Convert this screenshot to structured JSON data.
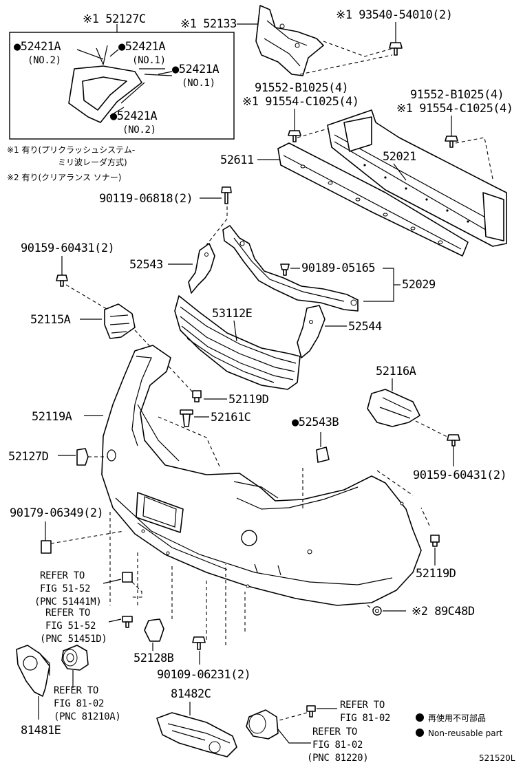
{
  "labels": {
    "p52127C": "※1 52127C",
    "p52133": "※1 52133",
    "p93540": "※1 93540-54010(2)",
    "p52421A_no2_top": "●52421A",
    "no2_top": "(NO.2)",
    "p52421A_no1_top": "●52421A",
    "no1_top": "(NO.1)",
    "p52421A_no1_mid": "●52421A",
    "no1_mid": "(NO.1)",
    "p52421A_no2_bot": "●52421A",
    "no2_bot": "(NO.2)",
    "note1_line1": "※1 有り(プリクラッシュシステム-",
    "note1_line2": "ミリ波レーダ方式)",
    "note2": "※2 有り(クリアランス ソナー)",
    "p91552_left": "91552-B1025(4)",
    "p91554_left": "※1 91554-C1025(4)",
    "p91552_right": "91552-B1025(4)",
    "p91554_right": "※1 91554-C1025(4)",
    "p52611": "52611",
    "p52021": "52021",
    "p90119": "90119-06818(2)",
    "p90159_left": "90159-60431(2)",
    "p52543": "52543",
    "p90189": "90189-05165",
    "p52029": "52029",
    "p52115A": "52115A",
    "p53112E": "53112E",
    "p52544": "52544",
    "p52116A": "52116A",
    "p52119D_top": "52119D",
    "p52119A": "52119A",
    "p52161C": "52161C",
    "p52543B": "●52543B",
    "p52127D": "52127D",
    "p90159_right": "90159-60431(2)",
    "p90179": "90179-06349(2)",
    "p52119D_right": "52119D",
    "ref1_line1": "REFER TO",
    "ref1_line2": "FIG 51-52",
    "ref1_line3": "(PNC 51441M)",
    "ref2_line1": "REFER TO",
    "ref2_line2": "FIG 51-52",
    "ref2_line3": "(PNC 51451D)",
    "p89C48D": "※2 89C48D",
    "p52128B": "52128B",
    "p90109": "90109-06231(2)",
    "p81482C": "81482C",
    "ref3_line1": "REFER TO",
    "ref3_line2": "FIG 81-02",
    "ref3_line3": "(PNC 81210A)",
    "p81481E": "81481E",
    "ref4_line1": "REFER TO",
    "ref4_line2": "FIG 81-02",
    "ref5_line1": "REFER TO",
    "ref5_line2": "FIG 81-02",
    "ref5_line3": "(PNC 81220)"
  },
  "legend": {
    "item1": "再使用不可部品",
    "item2": "Non-reusable part"
  },
  "diagram_code": "521520L"
}
